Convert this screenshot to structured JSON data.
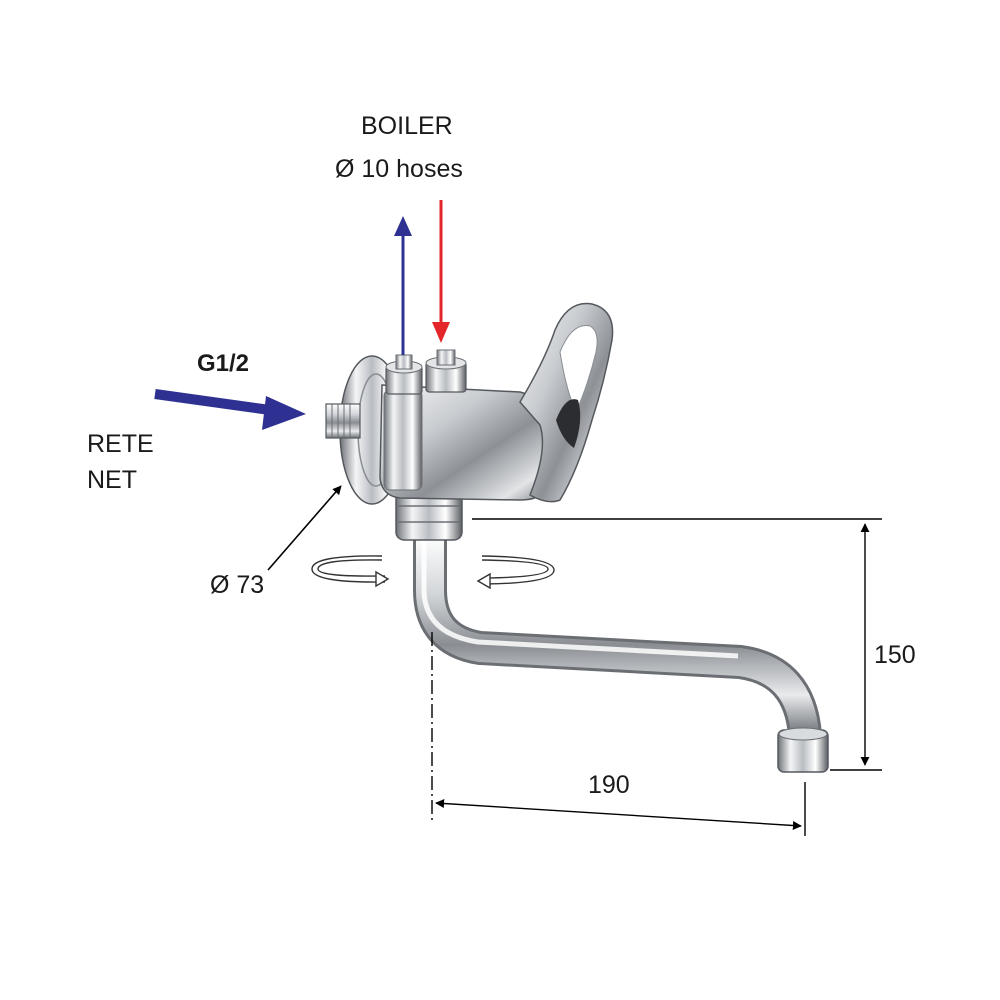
{
  "labels": {
    "boiler": "BOILER",
    "hoses": "Ø 10 hoses",
    "thread": "G1/2",
    "rete": "RETE",
    "net": "NET",
    "diameter": "Ø 73",
    "height": "150",
    "length": "190"
  },
  "colors": {
    "inlet_arrow": "#2e3192",
    "cold_arrow": "#2e3192",
    "hot_arrow": "#e4262b",
    "dimension_line": "#000000",
    "chrome_dark": "#5a5e63",
    "chrome_mid": "#b9bdc2",
    "chrome_light": "#f4f5f6"
  },
  "icons": [
    "faucet-illustration",
    "rotation-arrow-icon"
  ]
}
